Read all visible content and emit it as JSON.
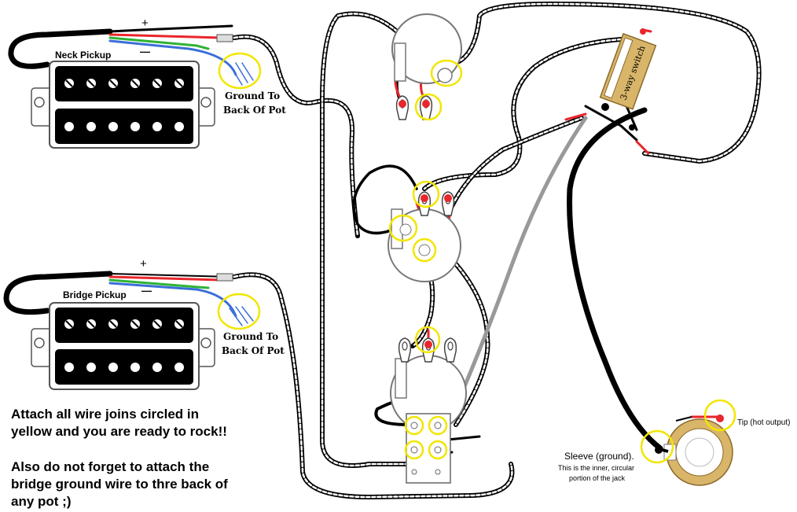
{
  "neck_pickup": {
    "name": "Neck Pickup",
    "plus": "+",
    "minus": "—",
    "ground_line1": "Ground To",
    "ground_line2": "Back Of Pot"
  },
  "bridge_pickup": {
    "name": "Bridge Pickup",
    "plus": "+",
    "minus": "—",
    "ground_line1": "Ground To",
    "ground_line2": "Back Of Pot"
  },
  "switch_label": "3-way switch",
  "jack": {
    "tip_label": "Tip (hot output)",
    "sleeve_label": "Sleeve (ground).",
    "sleeve_desc1": "This is the inner, circular",
    "sleeve_desc2": "portion of the jack"
  },
  "instructions": {
    "line1": "Attach all wire joins circled in",
    "line2": "yellow and you are ready to rock!!",
    "line3": "Also do not forget to attach the",
    "line4": "bridge ground wire to thre back of",
    "line5": "any pot ;)"
  },
  "colors": {
    "highlight": "#f2e600",
    "hot": "#e8262c",
    "ground": "#3a6fd8",
    "wire_green": "#2fb335",
    "shield": "#999999",
    "switch_body": "#d9b56a"
  }
}
